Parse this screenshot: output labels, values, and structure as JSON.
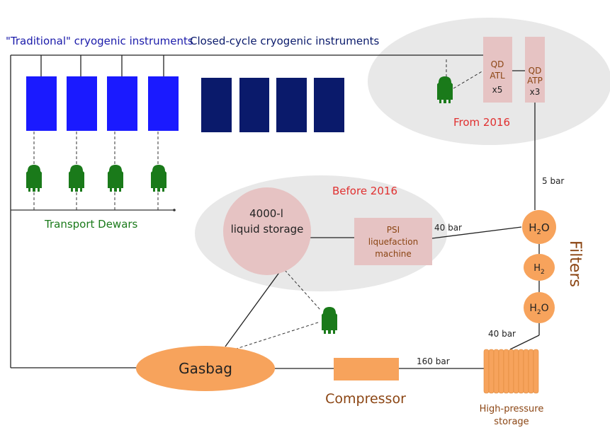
{
  "headers": {
    "traditional": "\"Traditional\" cryogenic instruments",
    "closed_cycle": "Closed-cycle cryogenic instruments"
  },
  "regions": {
    "from_2016": "From 2016",
    "before_2016": "Before 2016"
  },
  "qd_atl": [
    "QD",
    "ATL",
    "x5"
  ],
  "qd_atp": [
    "QD",
    "ATP",
    "x3"
  ],
  "storage": [
    "4000-l",
    "liquid storage"
  ],
  "psi": [
    "PSI",
    "liquefaction",
    "machine"
  ],
  "labels": {
    "transport_dewars": "Transport Dewars",
    "filters": "Filters",
    "gasbag": "Gasbag",
    "compressor": "Compressor",
    "high_pressure": [
      "High-pressure",
      "storage"
    ]
  },
  "filters": {
    "h2o_top": {
      "main": "H",
      "sub": "2",
      "tail": "O"
    },
    "h2": {
      "main": "H",
      "sub": "2",
      "tail": ""
    },
    "h2o_bottom": {
      "main": "H",
      "sub": "2",
      "tail": "O"
    }
  },
  "pressures": {
    "five_bar": "5 bar",
    "forty_bar_psi": "40 bar",
    "forty_bar_storage": "40 bar",
    "one_sixty_bar": "160 bar"
  },
  "colors": {
    "traditional_blue": "#1a1aff",
    "closed_cycle_navy": "#0a1a6b",
    "dewar_green": "#1a7a1a",
    "header_blue": "#1a1aaa",
    "orange": "#f7a35c",
    "region_grey": "#e8e8e8",
    "pink_box": "#e6c3c3",
    "red_text": "#e03030",
    "brown_text": "#8b4513",
    "line": "#222222"
  }
}
